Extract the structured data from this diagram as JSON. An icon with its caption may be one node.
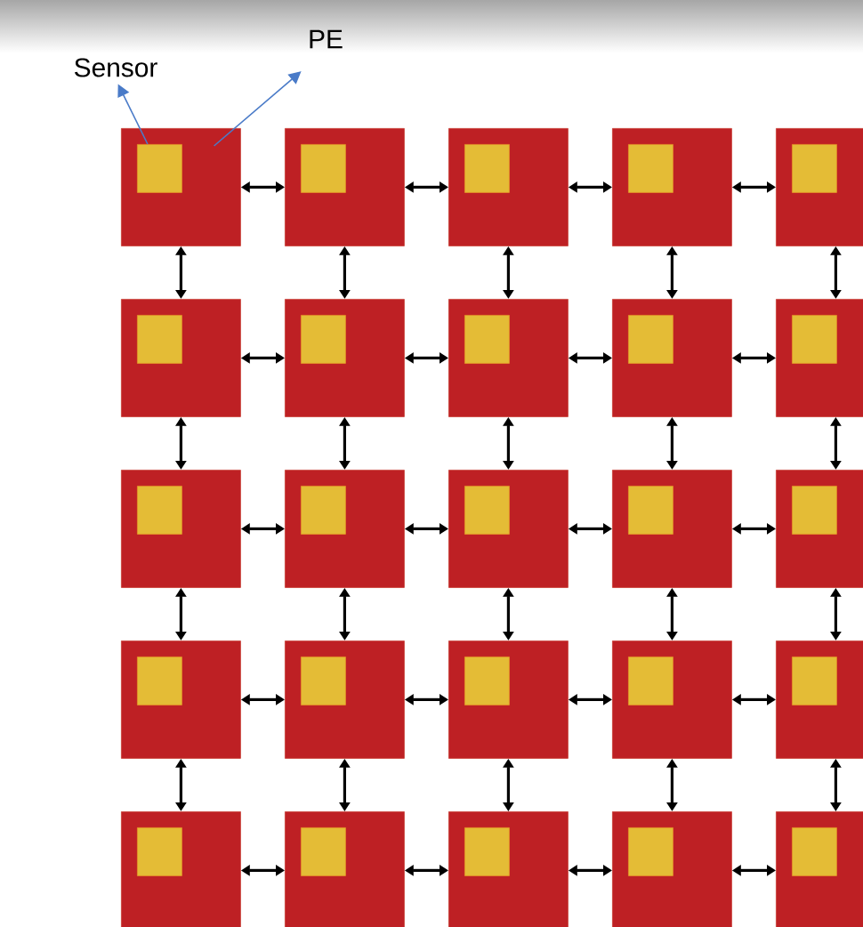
{
  "diagram": {
    "nodes": [
      {
        "text": [
          "Sensor"
        ]
      },
      {
        "text": [
          "PE"
        ]
      },
      {
        "text": [],
        "shape": "box"
      },
      {
        "text": [],
        "shape": "box",
        "in": 2
      },
      {
        "text": [],
        "shape": "box"
      },
      {
        "text": [],
        "shape": "box",
        "in": 4
      },
      {
        "text": [],
        "shape": "box"
      },
      {
        "text": [],
        "shape": "box",
        "in": 6
      },
      {
        "text": [],
        "shape": "box"
      },
      {
        "text": [],
        "shape": "box",
        "in": 8
      },
      {
        "text": [],
        "shape": "box"
      },
      {
        "text": [],
        "shape": "box",
        "in": 10
      },
      {
        "text": [],
        "shape": "box"
      },
      {
        "text": [],
        "shape": "box",
        "in": 12
      },
      {
        "text": [],
        "shape": "box"
      },
      {
        "text": [],
        "shape": "box",
        "in": 14
      },
      {
        "text": [],
        "shape": "box"
      },
      {
        "text": [],
        "shape": "box",
        "in": 16
      },
      {
        "text": [],
        "shape": "box"
      },
      {
        "text": [],
        "shape": "box",
        "in": 18
      },
      {
        "text": [],
        "shape": "box"
      },
      {
        "text": [],
        "shape": "box",
        "in": 20
      },
      {
        "text": [],
        "shape": "box"
      },
      {
        "text": [],
        "shape": "box",
        "in": 22
      },
      {
        "text": [],
        "shape": "box"
      },
      {
        "text": [],
        "shape": "box",
        "in": 24
      },
      {
        "text": [],
        "shape": "box"
      },
      {
        "text": [],
        "shape": "box",
        "in": 26
      },
      {
        "text": [],
        "shape": "box"
      },
      {
        "text": [],
        "shape": "box",
        "in": 28
      },
      {
        "text": [],
        "shape": "box"
      },
      {
        "text": [],
        "shape": "box",
        "in": 30
      },
      {
        "text": [],
        "shape": "box"
      },
      {
        "text": [],
        "shape": "box",
        "in": 32
      },
      {
        "text": [],
        "shape": "box"
      },
      {
        "text": [],
        "shape": "box",
        "in": 34
      },
      {
        "text": [],
        "shape": "box"
      },
      {
        "text": [],
        "shape": "box",
        "in": 36
      },
      {
        "text": [],
        "shape": "box"
      },
      {
        "text": [],
        "shape": "box",
        "in": 38
      },
      {
        "text": [],
        "shape": "box"
      },
      {
        "text": [],
        "shape": "box",
        "in": 40
      },
      {
        "text": [],
        "shape": "box"
      },
      {
        "text": [],
        "shape": "box",
        "in": 42
      },
      {
        "text": [],
        "shape": "box"
      },
      {
        "text": [],
        "shape": "box",
        "in": 44
      },
      {
        "text": [],
        "shape": "box"
      },
      {
        "text": [],
        "shape": "box",
        "in": 46
      },
      {
        "text": [],
        "shape": "box"
      },
      {
        "text": [],
        "shape": "box",
        "in": 48
      },
      {
        "text": [],
        "shape": "box"
      },
      {
        "text": [],
        "shape": "box",
        "in": 50
      }
    ],
    "edges": [
      {
        "from": 3,
        "to": 0,
        "arrow": "to",
        "color": "#4a7bc8"
      },
      {
        "from": 2,
        "to": 1,
        "arrow": "to",
        "color": "#4a7bc8"
      },
      {
        "from": 2,
        "to": 4,
        "arrow": "both"
      },
      {
        "from": 4,
        "to": 6,
        "arrow": "both"
      },
      {
        "from": 6,
        "to": 8,
        "arrow": "both"
      },
      {
        "from": 8,
        "to": 10,
        "arrow": "both"
      },
      {
        "from": 2,
        "to": 12,
        "arrow": "both"
      },
      {
        "from": 4,
        "to": 14,
        "arrow": "both"
      },
      {
        "from": 6,
        "to": 16,
        "arrow": "both"
      },
      {
        "from": 8,
        "to": 18,
        "arrow": "both"
      },
      {
        "from": 10,
        "to": 20,
        "arrow": "both"
      },
      {
        "from": 12,
        "to": 14,
        "arrow": "both"
      },
      {
        "from": 14,
        "to": 16,
        "arrow": "both"
      },
      {
        "from": 16,
        "to": 18,
        "arrow": "both"
      },
      {
        "from": 18,
        "to": 20,
        "arrow": "both"
      },
      {
        "from": 12,
        "to": 22,
        "arrow": "both"
      },
      {
        "from": 14,
        "to": 24,
        "arrow": "both"
      },
      {
        "from": 16,
        "to": 26,
        "arrow": "both"
      },
      {
        "from": 18,
        "to": 28,
        "arrow": "both"
      },
      {
        "from": 20,
        "to": 30,
        "arrow": "both"
      },
      {
        "from": 22,
        "to": 24,
        "arrow": "both"
      },
      {
        "from": 24,
        "to": 26,
        "arrow": "both"
      },
      {
        "from": 26,
        "to": 28,
        "arrow": "both"
      },
      {
        "from": 28,
        "to": 30,
        "arrow": "both"
      },
      {
        "from": 22,
        "to": 32,
        "arrow": "both"
      },
      {
        "from": 24,
        "to": 34,
        "arrow": "both"
      },
      {
        "from": 26,
        "to": 36,
        "arrow": "both"
      },
      {
        "from": 28,
        "to": 38,
        "arrow": "both"
      },
      {
        "from": 30,
        "to": 40,
        "arrow": "both"
      },
      {
        "from": 32,
        "to": 34,
        "arrow": "both"
      },
      {
        "from": 34,
        "to": 36,
        "arrow": "both"
      },
      {
        "from": 36,
        "to": 38,
        "arrow": "both"
      },
      {
        "from": 38,
        "to": 40,
        "arrow": "both"
      },
      {
        "from": 32,
        "to": 42,
        "arrow": "both"
      },
      {
        "from": 34,
        "to": 44,
        "arrow": "both"
      },
      {
        "from": 36,
        "to": 46,
        "arrow": "both"
      },
      {
        "from": 38,
        "to": 48,
        "arrow": "both"
      },
      {
        "from": 40,
        "to": 50,
        "arrow": "both"
      },
      {
        "from": 42,
        "to": 44,
        "arrow": "both"
      },
      {
        "from": 44,
        "to": 46,
        "arrow": "both"
      },
      {
        "from": 46,
        "to": 48,
        "arrow": "both"
      },
      {
        "from": 48,
        "to": 50,
        "arrow": "both"
      }
    ]
  }
}
